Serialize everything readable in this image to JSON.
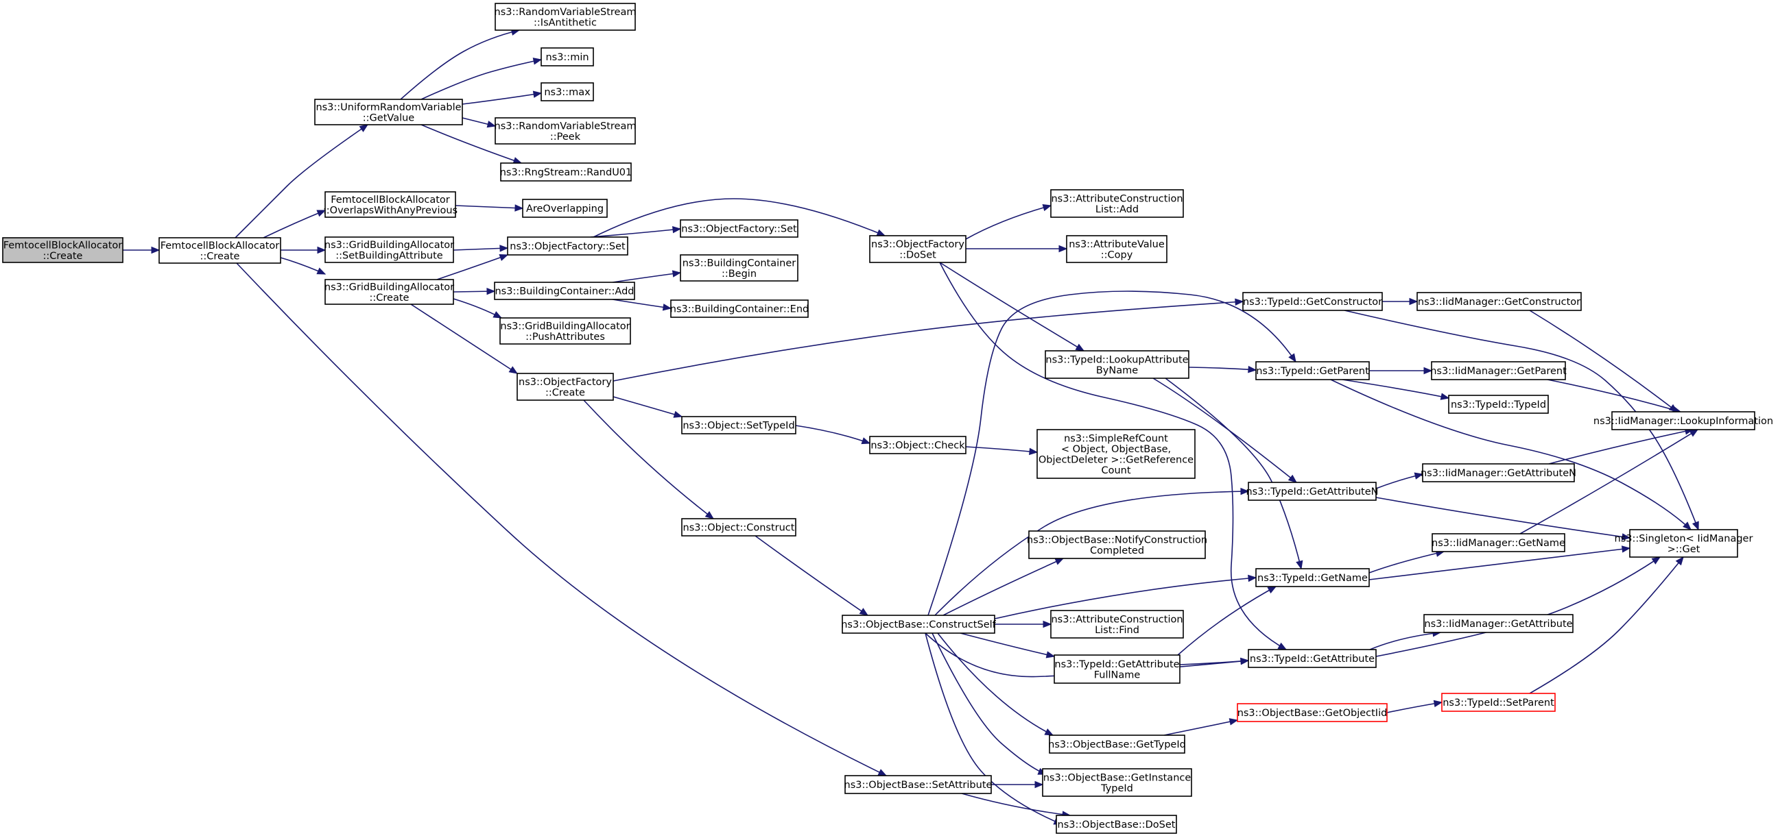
{
  "graph": {
    "style": {
      "edge_color": "#191970",
      "node_border": "#000000",
      "root_fill": "#bfbfbf",
      "truncated_border": "#ff0000"
    },
    "nodes": [
      {
        "id": "n0",
        "lines": [
          "FemtocellBlockAllocator",
          "::Create"
        ],
        "root": true
      },
      {
        "id": "n1",
        "lines": [
          "FemtocellBlockAllocator",
          "::Create"
        ]
      },
      {
        "id": "n2",
        "lines": [
          "ns3::UniformRandomVariable",
          "::GetValue"
        ]
      },
      {
        "id": "n3",
        "lines": [
          "FemtocellBlockAllocator",
          "::OverlapsWithAnyPrevious"
        ]
      },
      {
        "id": "n4",
        "lines": [
          "ns3::GridBuildingAllocator",
          "::SetBuildingAttribute"
        ]
      },
      {
        "id": "n5",
        "lines": [
          "ns3::GridBuildingAllocator",
          "::Create"
        ]
      },
      {
        "id": "n6",
        "lines": [
          "ns3::RandomVariableStream",
          "::IsAntithetic"
        ]
      },
      {
        "id": "n7",
        "lines": [
          "ns3::min"
        ]
      },
      {
        "id": "n8",
        "lines": [
          "ns3::max"
        ]
      },
      {
        "id": "n9",
        "lines": [
          "ns3::RandomVariableStream",
          "::Peek"
        ]
      },
      {
        "id": "n10",
        "lines": [
          "ns3::RngStream::RandU01"
        ]
      },
      {
        "id": "n11",
        "lines": [
          "AreOverlapping"
        ]
      },
      {
        "id": "n12",
        "lines": [
          "ns3::ObjectFactory::Set"
        ]
      },
      {
        "id": "n13",
        "lines": [
          "ns3::BuildingContainer::Add"
        ]
      },
      {
        "id": "n14",
        "lines": [
          "ns3::GridBuildingAllocator",
          "::PushAttributes"
        ]
      },
      {
        "id": "n15",
        "lines": [
          "ns3::ObjectFactory",
          "::Create"
        ]
      },
      {
        "id": "n16",
        "lines": [
          "ns3::ObjectFactory::Set"
        ]
      },
      {
        "id": "n17",
        "lines": [
          "ns3::BuildingContainer",
          "::Begin"
        ]
      },
      {
        "id": "n18",
        "lines": [
          "ns3::BuildingContainer::End"
        ]
      },
      {
        "id": "n19",
        "lines": [
          "ns3::Object::SetTypeId"
        ]
      },
      {
        "id": "n20",
        "lines": [
          "ns3::Object::Construct"
        ]
      },
      {
        "id": "n21",
        "lines": [
          "ns3::ObjectFactory",
          "::DoSet"
        ]
      },
      {
        "id": "n22",
        "lines": [
          "ns3::AttributeConstruction",
          "List::Add"
        ]
      },
      {
        "id": "n23",
        "lines": [
          "ns3::AttributeValue",
          "::Copy"
        ]
      },
      {
        "id": "n24",
        "lines": [
          "ns3::TypeId::LookupAttribute",
          "ByName"
        ]
      },
      {
        "id": "n25",
        "lines": [
          "ns3::Object::Check"
        ]
      },
      {
        "id": "n26",
        "lines": [
          "ns3::SimpleRefCount",
          "< Object, ObjectBase,",
          "ObjectDeleter >::GetReference",
          "Count"
        ]
      },
      {
        "id": "n27",
        "lines": [
          "ns3::ObjectBase::ConstructSelf"
        ]
      },
      {
        "id": "n28",
        "lines": [
          "ns3::ObjectBase::SetAttribute"
        ]
      },
      {
        "id": "n29",
        "lines": [
          "ns3::ObjectBase::NotifyConstruction",
          "Completed"
        ]
      },
      {
        "id": "n30",
        "lines": [
          "ns3::AttributeConstruction",
          "List::Find"
        ]
      },
      {
        "id": "n31",
        "lines": [
          "ns3::TypeId::GetAttribute",
          "FullName"
        ]
      },
      {
        "id": "n32",
        "lines": [
          "ns3::ObjectBase::GetTypeId"
        ]
      },
      {
        "id": "n33",
        "lines": [
          "ns3::ObjectBase::GetInstance",
          "TypeId"
        ]
      },
      {
        "id": "n34",
        "lines": [
          "ns3::ObjectBase::DoSet"
        ]
      },
      {
        "id": "n35",
        "lines": [
          "ns3::TypeId::GetConstructor"
        ]
      },
      {
        "id": "n36",
        "lines": [
          "ns3::TypeId::GetParent"
        ]
      },
      {
        "id": "n37",
        "lines": [
          "ns3::TypeId::GetAttributeN"
        ]
      },
      {
        "id": "n38",
        "lines": [
          "ns3::TypeId::GetName"
        ]
      },
      {
        "id": "n39",
        "lines": [
          "ns3::TypeId::GetAttribute"
        ]
      },
      {
        "id": "n40",
        "lines": [
          "ns3::ObjectBase::GetObjectIid"
        ],
        "truncated": true
      },
      {
        "id": "n41",
        "lines": [
          "ns3::IidManager::GetConstructor"
        ]
      },
      {
        "id": "n42",
        "lines": [
          "ns3::IidManager::GetParent"
        ]
      },
      {
        "id": "n43",
        "lines": [
          "ns3::TypeId::TypeId"
        ]
      },
      {
        "id": "n44",
        "lines": [
          "ns3::IidManager::GetAttributeN"
        ]
      },
      {
        "id": "n45",
        "lines": [
          "ns3::IidManager::GetName"
        ]
      },
      {
        "id": "n46",
        "lines": [
          "ns3::IidManager::GetAttribute"
        ]
      },
      {
        "id": "n47",
        "lines": [
          "ns3::TypeId::SetParent"
        ],
        "truncated": true
      },
      {
        "id": "n48",
        "lines": [
          "ns3::IidManager::LookupInformation"
        ]
      },
      {
        "id": "n49",
        "lines": [
          "ns3::Singleton< IidManager",
          " >::Get"
        ]
      }
    ],
    "edges": [
      [
        "n0",
        "n1"
      ],
      [
        "n1",
        "n2"
      ],
      [
        "n1",
        "n3"
      ],
      [
        "n1",
        "n4"
      ],
      [
        "n1",
        "n5"
      ],
      [
        "n1",
        "n28"
      ],
      [
        "n2",
        "n6"
      ],
      [
        "n2",
        "n7"
      ],
      [
        "n2",
        "n8"
      ],
      [
        "n2",
        "n9"
      ],
      [
        "n2",
        "n10"
      ],
      [
        "n3",
        "n11"
      ],
      [
        "n4",
        "n12"
      ],
      [
        "n5",
        "n12"
      ],
      [
        "n5",
        "n13"
      ],
      [
        "n5",
        "n14"
      ],
      [
        "n5",
        "n15"
      ],
      [
        "n12",
        "n16"
      ],
      [
        "n12",
        "n21"
      ],
      [
        "n13",
        "n17"
      ],
      [
        "n13",
        "n18"
      ],
      [
        "n15",
        "n35"
      ],
      [
        "n15",
        "n19"
      ],
      [
        "n15",
        "n20"
      ],
      [
        "n19",
        "n25"
      ],
      [
        "n25",
        "n26"
      ],
      [
        "n20",
        "n27"
      ],
      [
        "n21",
        "n22"
      ],
      [
        "n21",
        "n23"
      ],
      [
        "n21",
        "n24"
      ],
      [
        "n21",
        "n39"
      ],
      [
        "n24",
        "n36"
      ],
      [
        "n24",
        "n37"
      ],
      [
        "n24",
        "n38"
      ],
      [
        "n27",
        "n36"
      ],
      [
        "n27",
        "n37"
      ],
      [
        "n27",
        "n29"
      ],
      [
        "n27",
        "n38"
      ],
      [
        "n27",
        "n30"
      ],
      [
        "n27",
        "n31"
      ],
      [
        "n27",
        "n39"
      ],
      [
        "n27",
        "n32"
      ],
      [
        "n27",
        "n33"
      ],
      [
        "n27",
        "n34"
      ],
      [
        "n28",
        "n33"
      ],
      [
        "n28",
        "n34"
      ],
      [
        "n31",
        "n38"
      ],
      [
        "n31",
        "n39"
      ],
      [
        "n32",
        "n40"
      ],
      [
        "n40",
        "n47"
      ],
      [
        "n35",
        "n41"
      ],
      [
        "n35",
        "n49"
      ],
      [
        "n36",
        "n42"
      ],
      [
        "n36",
        "n43"
      ],
      [
        "n36",
        "n49"
      ],
      [
        "n37",
        "n44"
      ],
      [
        "n37",
        "n49"
      ],
      [
        "n38",
        "n45"
      ],
      [
        "n38",
        "n49"
      ],
      [
        "n39",
        "n46"
      ],
      [
        "n39",
        "n49"
      ],
      [
        "n41",
        "n48"
      ],
      [
        "n42",
        "n48"
      ],
      [
        "n44",
        "n48"
      ],
      [
        "n45",
        "n48"
      ],
      [
        "n47",
        "n49"
      ]
    ]
  }
}
